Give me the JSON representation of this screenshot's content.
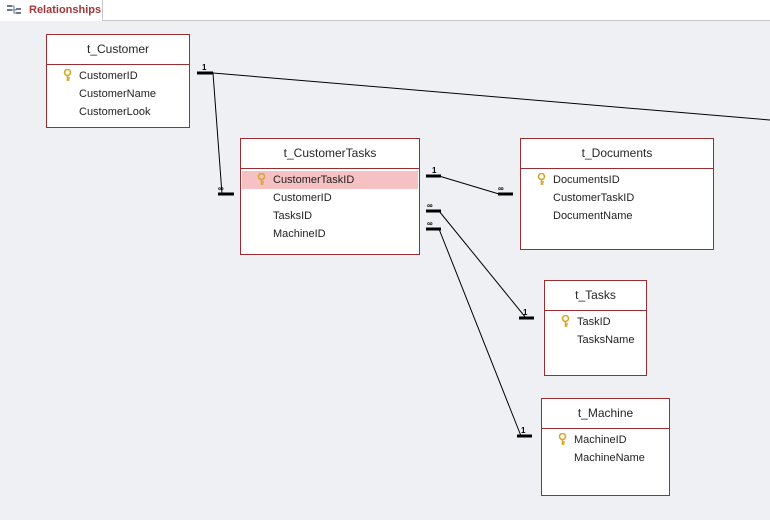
{
  "tab": {
    "label": "Relationships",
    "icon": "relationships-icon"
  },
  "tables": {
    "customer": {
      "title": "t_Customer",
      "fields": [
        "CustomerID",
        "CustomerName",
        "CustomerLook"
      ]
    },
    "customertasks": {
      "title": "t_CustomerTasks",
      "fields": [
        "CustomerTaskID",
        "CustomerID",
        "TasksID",
        "MachineID"
      ]
    },
    "documents": {
      "title": "t_Documents",
      "fields": [
        "DocumentsID",
        "CustomerTaskID",
        "DocumentName"
      ]
    },
    "tasks": {
      "title": "t_Tasks",
      "fields": [
        "TaskID",
        "TasksName"
      ]
    },
    "machine": {
      "title": "t_Machine",
      "fields": [
        "MachineID",
        "MachineName"
      ]
    }
  },
  "relationships": [
    {
      "from": "t_Customer.CustomerID",
      "to": "t_CustomerTasks.CustomerID",
      "one": "1",
      "many": "∞"
    },
    {
      "from": "t_CustomerTasks.CustomerTaskID",
      "to": "t_Documents.CustomerTaskID",
      "one": "1",
      "many": "∞"
    },
    {
      "from": "t_Tasks.TaskID",
      "to": "t_CustomerTasks.TasksID",
      "one": "1",
      "many": "∞"
    },
    {
      "from": "t_Machine.MachineID",
      "to": "t_CustomerTasks.MachineID",
      "one": "1",
      "many": "∞"
    }
  ],
  "colors": {
    "accent": "#9b2d30",
    "selection": "#f6c1c3",
    "canvas": "#eef0f3",
    "key": "#d7a72a"
  }
}
